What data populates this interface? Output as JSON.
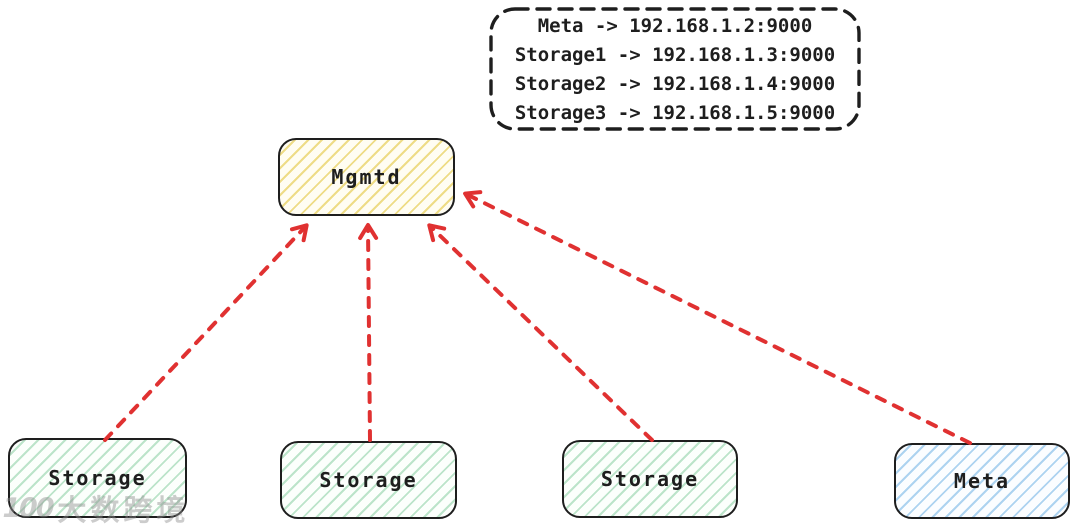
{
  "legend": {
    "lines": [
      "Meta -> 192.168.1.2:9000",
      "Storage1 -> 192.168.1.3:9000",
      "Storage2 -> 192.168.1.4:9000",
      "Storage3 -> 192.168.1.5:9000"
    ]
  },
  "nodes": {
    "mgmtd": {
      "label": "Mgmtd",
      "fill": "yellow"
    },
    "storage1": {
      "label": "Storage",
      "fill": "green"
    },
    "storage2": {
      "label": "Storage",
      "fill": "green"
    },
    "storage3": {
      "label": "Storage",
      "fill": "green"
    },
    "meta": {
      "label": "Meta",
      "fill": "blue"
    }
  },
  "connections": [
    {
      "from": "storage1",
      "to": "mgmtd",
      "style": "dashed-red-arrow"
    },
    {
      "from": "storage2",
      "to": "mgmtd",
      "style": "dashed-red-arrow"
    },
    {
      "from": "storage3",
      "to": "mgmtd",
      "style": "dashed-red-arrow"
    },
    {
      "from": "meta",
      "to": "mgmtd",
      "style": "dashed-red-arrow"
    }
  ],
  "colors": {
    "arrow": "#e03131",
    "node_border": "#1e1e1e",
    "yellow_hatch": "#ebd673",
    "green_hatch": "#9ad6af",
    "blue_hatch": "#93c5eb",
    "text": "#1e1e1e"
  },
  "watermark": {
    "logo": "100",
    "text": "大数跨境"
  }
}
